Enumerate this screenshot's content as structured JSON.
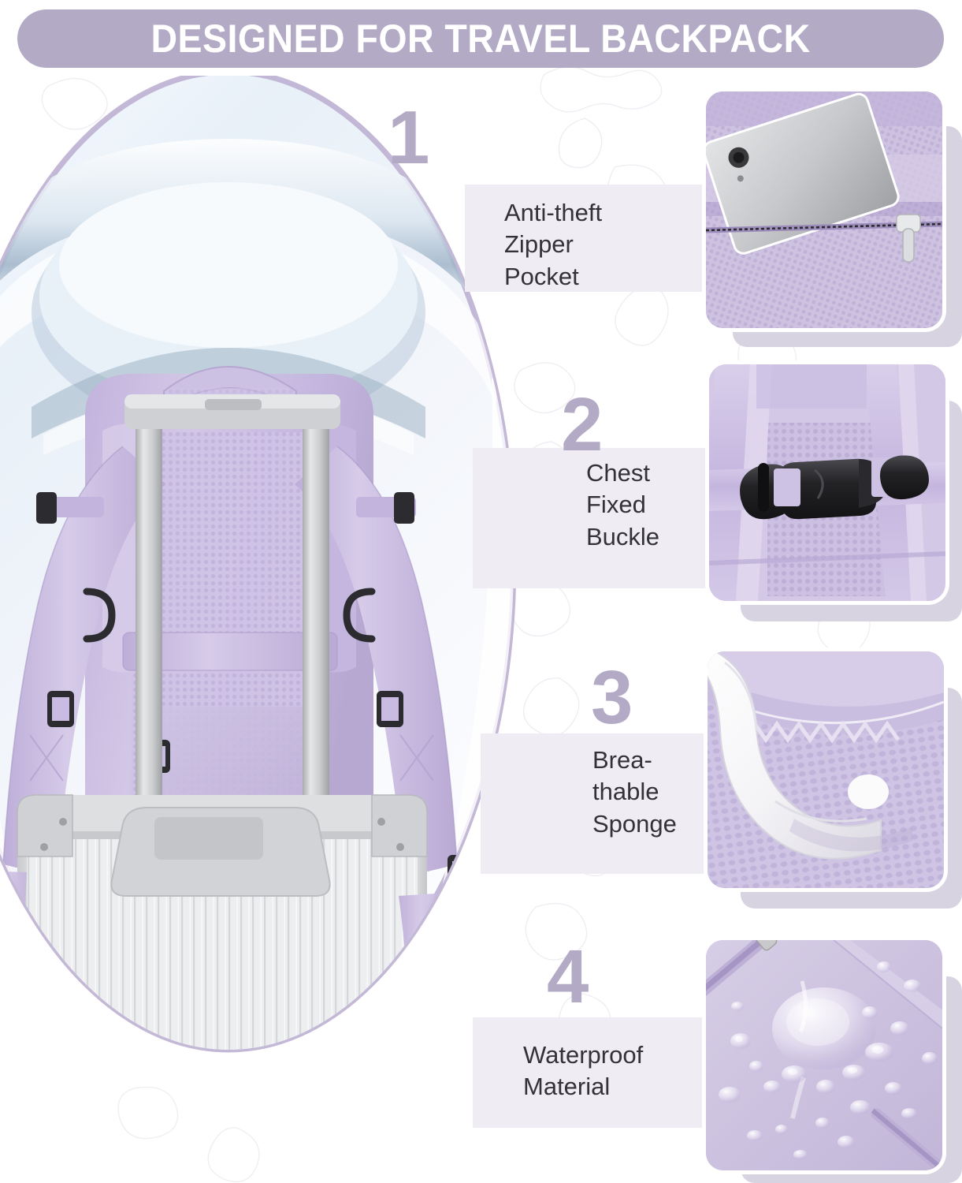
{
  "header": {
    "title": "DESIGNED FOR TRAVEL BACKPACK",
    "banner_color": "#b3abc6",
    "text_color": "#ffffff"
  },
  "theme": {
    "accent_lavender": "#b3aac6",
    "band_color": "#efedf3",
    "thumb_shadow_color": "#d7d3e1",
    "label_text_color": "#333238",
    "product_color": "#cbbfe0",
    "suitcase_color": "#dcdcde",
    "page_background": "#ffffff"
  },
  "hero": {
    "name": "backpack-on-luggage-photo",
    "alt": "Lavender travel backpack mounted on silver ribbed aluminum carry-on suitcase trolley handle, set on an airplane window background",
    "backpack_color": "#cbbfe0",
    "suitcase_color": "#dcdcde",
    "window_color": "#eef3f8"
  },
  "features": [
    {
      "number": "1",
      "label": "Anti-theft\nZipper\nPocket",
      "thumb_name": "anti-theft-zipper-pocket-photo",
      "thumb_alt": "Tablet sliding into lavender mesh zippered back pocket with silver zipper pull"
    },
    {
      "number": "2",
      "label": "Chest\nFixed\nBuckle",
      "thumb_name": "chest-fixed-buckle-photo",
      "thumb_alt": "Black side-release chest buckle on lavender webbing straps over breathable mesh"
    },
    {
      "number": "3",
      "label": "Brea-\nthable\nSponge",
      "thumb_name": "breathable-sponge-photo",
      "thumb_alt": "White foam sponge padding strip lifted from lavender honeycomb mesh back panel"
    },
    {
      "number": "4",
      "label": "Waterproof\nMaterial",
      "thumb_name": "waterproof-material-photo",
      "thumb_alt": "Water droplets beading on lavender waterproof backpack fabric near zipper"
    }
  ]
}
